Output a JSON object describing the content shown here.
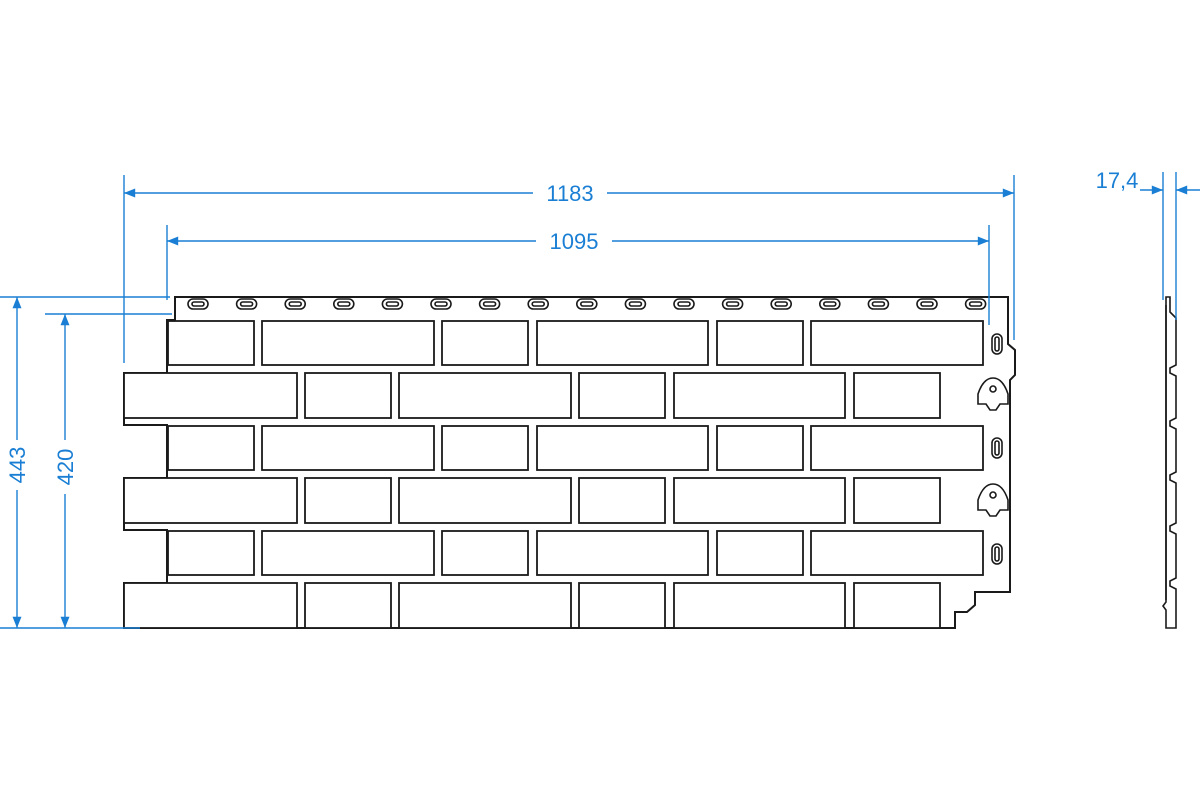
{
  "dimensions": {
    "overall_width": "1183",
    "mount_width": "1095",
    "overall_height": "443",
    "brick_height": "420",
    "thickness": "17,4"
  },
  "colors": {
    "dimension": "#1a7fd4",
    "outline": "#1a1a1a",
    "background": "#ffffff"
  }
}
